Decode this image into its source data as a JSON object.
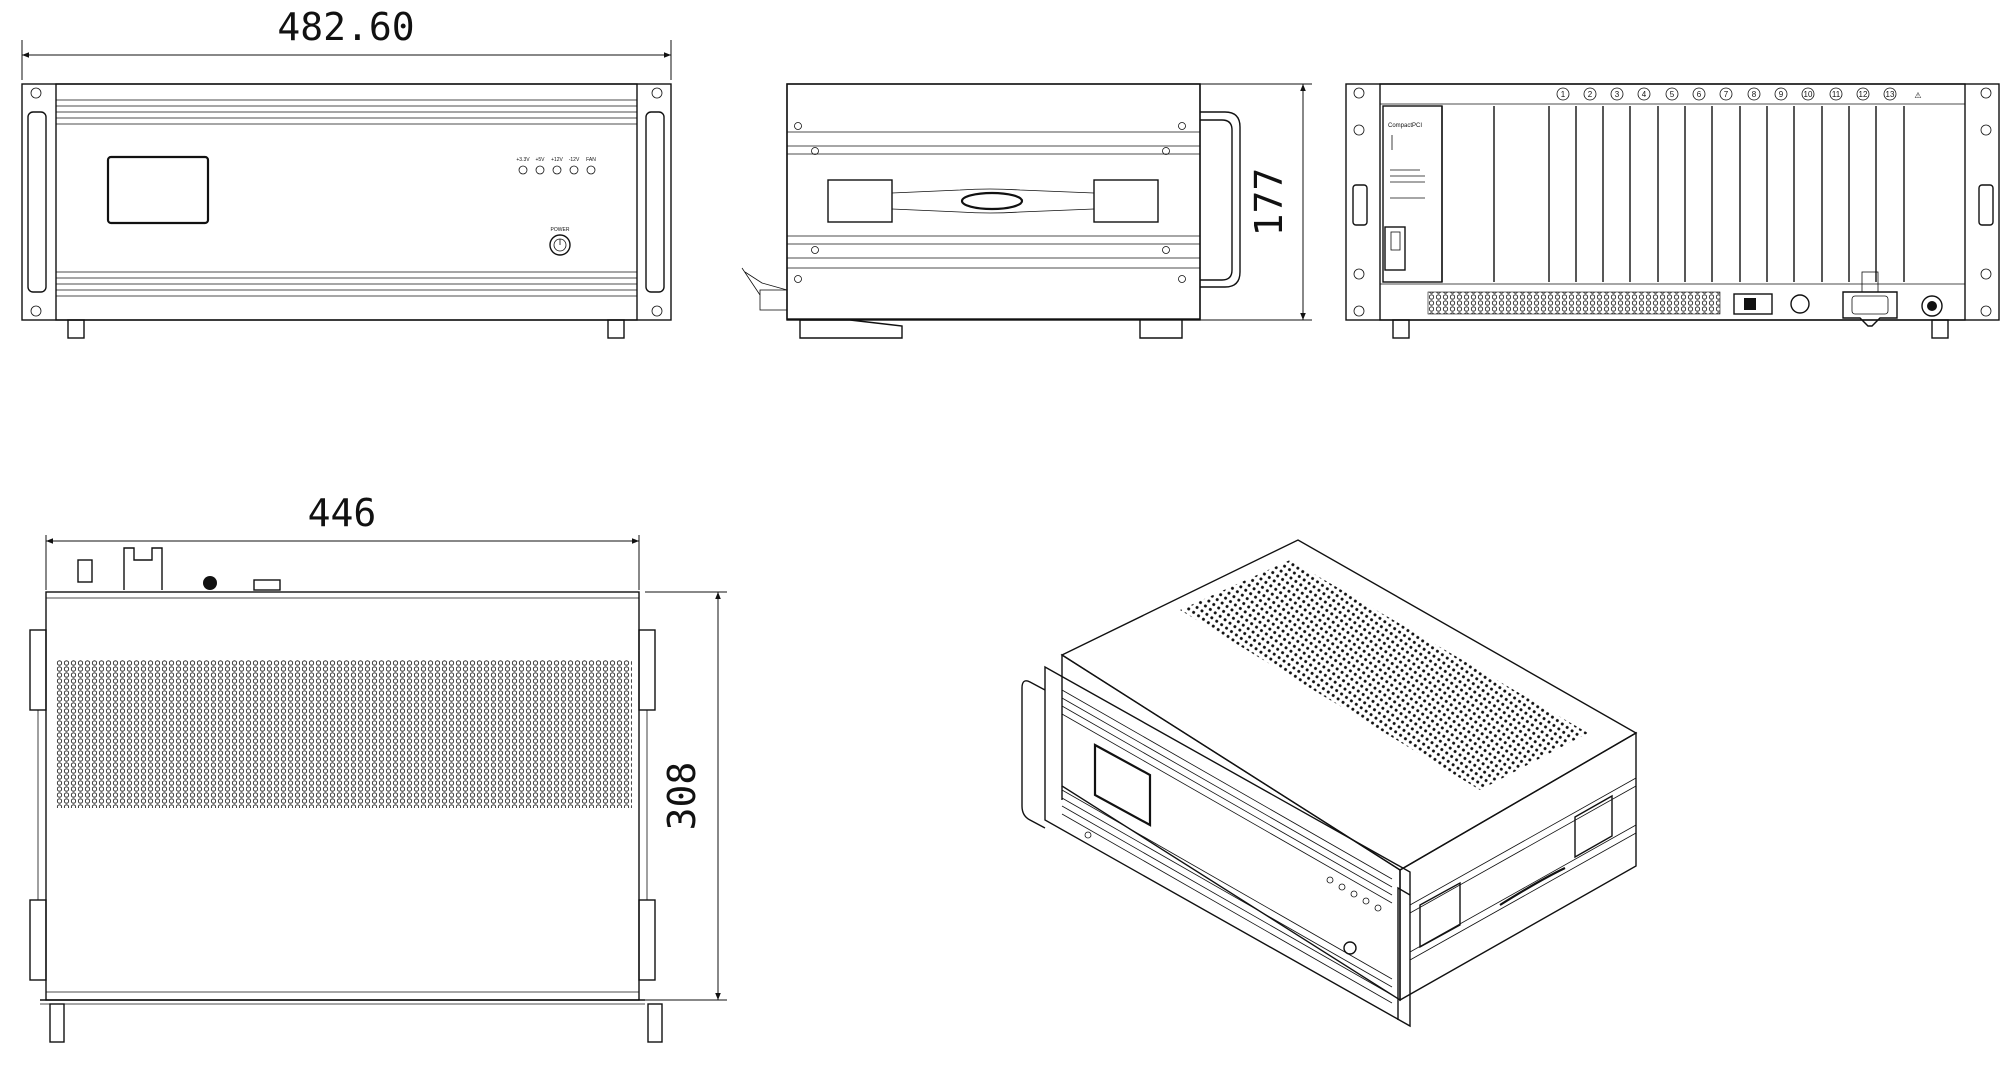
{
  "dimensions": {
    "front_width": "482.60",
    "side_height": "177",
    "top_width": "446",
    "top_depth": "308"
  },
  "front_panel": {
    "indicators": [
      "+3.3V",
      "+5V",
      "+12V",
      "-12V",
      "FAN"
    ],
    "power_label": "POWER"
  },
  "rear_panel": {
    "brand": "CompactPCI",
    "slot_numbers": [
      "1",
      "2",
      "3",
      "4",
      "5",
      "6",
      "7",
      "8",
      "9",
      "10",
      "11",
      "12",
      "13"
    ],
    "warning_symbol": "⚠"
  },
  "icons": {
    "power": "power-button-icon",
    "warning": "warning-triangle-icon",
    "ground": "ground-terminal-icon",
    "ac_inlet": "iec-inlet-icon"
  }
}
